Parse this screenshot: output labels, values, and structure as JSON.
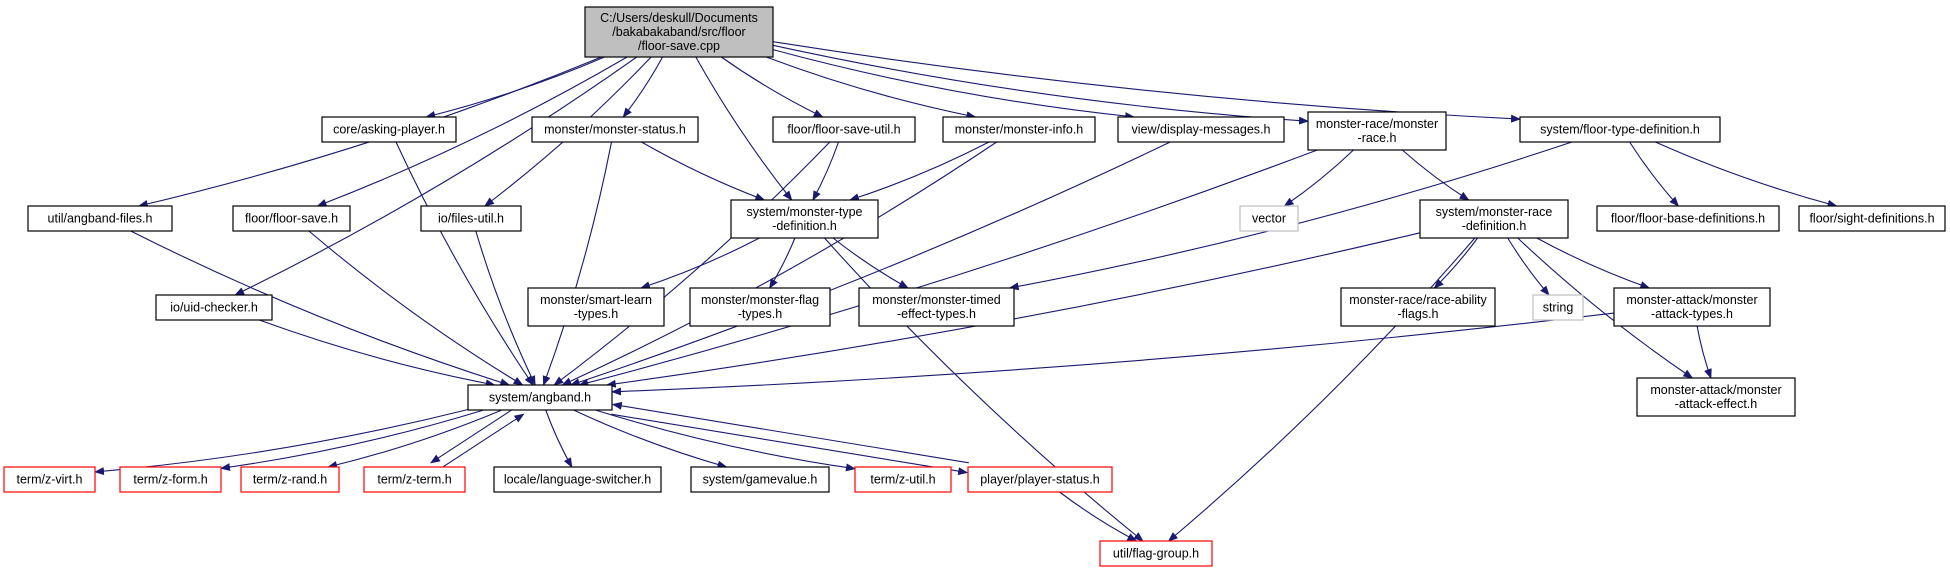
{
  "colors": {
    "edge": "#191970",
    "node_border": "#000000",
    "root_fill": "#bfbfbf",
    "missing_border": "#ff0000",
    "system_border": "#bfbfbf",
    "node_fill": "#ffffff"
  },
  "nodes": [
    {
      "id": "root",
      "lines": [
        "C:/Users/deskull/Documents",
        "/bakabakaband/src/floor",
        "/floor-save.cpp"
      ],
      "kind": "root"
    },
    {
      "id": "asking_player",
      "lines": [
        "core/asking-player.h"
      ],
      "kind": "normal"
    },
    {
      "id": "monster_status",
      "lines": [
        "monster/monster-status.h"
      ],
      "kind": "normal"
    },
    {
      "id": "floor_save_util",
      "lines": [
        "floor/floor-save-util.h"
      ],
      "kind": "normal"
    },
    {
      "id": "monster_info",
      "lines": [
        "monster/monster-info.h"
      ],
      "kind": "normal"
    },
    {
      "id": "display_messages",
      "lines": [
        "view/display-messages.h"
      ],
      "kind": "normal"
    },
    {
      "id": "monster_race",
      "lines": [
        "monster-race/monster",
        "-race.h"
      ],
      "kind": "normal"
    },
    {
      "id": "floor_type_def",
      "lines": [
        "system/floor-type-definition.h"
      ],
      "kind": "normal"
    },
    {
      "id": "angband_files",
      "lines": [
        "util/angband-files.h"
      ],
      "kind": "normal"
    },
    {
      "id": "floor_save_h",
      "lines": [
        "floor/floor-save.h"
      ],
      "kind": "normal"
    },
    {
      "id": "files_util",
      "lines": [
        "io/files-util.h"
      ],
      "kind": "normal"
    },
    {
      "id": "monster_type_def",
      "lines": [
        "system/monster-type",
        "-definition.h"
      ],
      "kind": "normal"
    },
    {
      "id": "vector",
      "lines": [
        "vector"
      ],
      "kind": "system"
    },
    {
      "id": "monster_race_def",
      "lines": [
        "system/monster-race",
        "-definition.h"
      ],
      "kind": "normal"
    },
    {
      "id": "floor_base_defs",
      "lines": [
        "floor/floor-base-definitions.h"
      ],
      "kind": "normal"
    },
    {
      "id": "sight_defs",
      "lines": [
        "floor/sight-definitions.h"
      ],
      "kind": "normal"
    },
    {
      "id": "uid_checker",
      "lines": [
        "io/uid-checker.h"
      ],
      "kind": "normal"
    },
    {
      "id": "smart_learn",
      "lines": [
        "monster/smart-learn",
        "-types.h"
      ],
      "kind": "normal"
    },
    {
      "id": "monster_flag",
      "lines": [
        "monster/monster-flag",
        "-types.h"
      ],
      "kind": "normal"
    },
    {
      "id": "monster_timed",
      "lines": [
        "monster/monster-timed",
        "-effect-types.h"
      ],
      "kind": "normal"
    },
    {
      "id": "race_ability",
      "lines": [
        "monster-race/race-ability",
        "-flags.h"
      ],
      "kind": "normal"
    },
    {
      "id": "string",
      "lines": [
        "string"
      ],
      "kind": "system"
    },
    {
      "id": "attack_types",
      "lines": [
        "monster-attack/monster",
        "-attack-types.h"
      ],
      "kind": "normal"
    },
    {
      "id": "angband_h",
      "lines": [
        "system/angband.h"
      ],
      "kind": "normal"
    },
    {
      "id": "attack_effect",
      "lines": [
        "monster-attack/monster",
        "-attack-effect.h"
      ],
      "kind": "normal"
    },
    {
      "id": "z_virt",
      "lines": [
        "term/z-virt.h"
      ],
      "kind": "missing"
    },
    {
      "id": "z_form",
      "lines": [
        "term/z-form.h"
      ],
      "kind": "missing"
    },
    {
      "id": "z_rand",
      "lines": [
        "term/z-rand.h"
      ],
      "kind": "missing"
    },
    {
      "id": "z_term",
      "lines": [
        "term/z-term.h"
      ],
      "kind": "missing"
    },
    {
      "id": "lang_switcher",
      "lines": [
        "locale/language-switcher.h"
      ],
      "kind": "normal"
    },
    {
      "id": "gamevalue",
      "lines": [
        "system/gamevalue.h"
      ],
      "kind": "normal"
    },
    {
      "id": "z_util",
      "lines": [
        "term/z-util.h"
      ],
      "kind": "missing"
    },
    {
      "id": "player_status",
      "lines": [
        "player/player-status.h"
      ],
      "kind": "missing"
    },
    {
      "id": "flag_group",
      "lines": [
        "util/flag-group.h"
      ],
      "kind": "missing"
    }
  ],
  "edges": [
    [
      "root",
      "asking_player"
    ],
    [
      "root",
      "monster_status"
    ],
    [
      "root",
      "floor_save_util"
    ],
    [
      "root",
      "monster_info"
    ],
    [
      "root",
      "display_messages"
    ],
    [
      "root",
      "monster_race"
    ],
    [
      "root",
      "floor_type_def"
    ],
    [
      "root",
      "angband_files"
    ],
    [
      "root",
      "floor_save_h"
    ],
    [
      "root",
      "files_util"
    ],
    [
      "root",
      "uid_checker"
    ],
    [
      "root",
      "monster_type_def"
    ],
    [
      "asking_player",
      "angband_h"
    ],
    [
      "monster_status",
      "angband_h"
    ],
    [
      "monster_status",
      "monster_type_def"
    ],
    [
      "floor_save_util",
      "monster_type_def"
    ],
    [
      "floor_save_util",
      "angband_h"
    ],
    [
      "monster_info",
      "monster_type_def"
    ],
    [
      "monster_info",
      "angband_h"
    ],
    [
      "display_messages",
      "angband_h"
    ],
    [
      "monster_race",
      "vector"
    ],
    [
      "monster_race",
      "monster_race_def"
    ],
    [
      "monster_race",
      "angband_h"
    ],
    [
      "floor_type_def",
      "floor_base_defs"
    ],
    [
      "floor_type_def",
      "sight_defs"
    ],
    [
      "floor_type_def",
      "monster_timed"
    ],
    [
      "angband_files",
      "angband_h"
    ],
    [
      "floor_save_h",
      "angband_h"
    ],
    [
      "files_util",
      "angband_h"
    ],
    [
      "uid_checker",
      "angband_h"
    ],
    [
      "monster_type_def",
      "smart_learn"
    ],
    [
      "monster_type_def",
      "monster_flag"
    ],
    [
      "monster_type_def",
      "monster_timed"
    ],
    [
      "monster_type_def",
      "flag_group"
    ],
    [
      "monster_race_def",
      "race_ability"
    ],
    [
      "monster_race_def",
      "string"
    ],
    [
      "monster_race_def",
      "attack_types"
    ],
    [
      "monster_race_def",
      "attack_effect"
    ],
    [
      "monster_race_def",
      "angband_h"
    ],
    [
      "monster_race_def",
      "flag_group"
    ],
    [
      "attack_types",
      "attack_effect"
    ],
    [
      "attack_types",
      "angband_h"
    ],
    [
      "angband_h",
      "z_virt"
    ],
    [
      "angband_h",
      "z_form"
    ],
    [
      "angband_h",
      "z_rand"
    ],
    [
      "angband_h",
      "z_term"
    ],
    [
      "angband_h",
      "lang_switcher"
    ],
    [
      "angband_h",
      "gamevalue"
    ],
    [
      "angband_h",
      "z_util"
    ],
    [
      "angband_h",
      "player_status"
    ],
    [
      "z_term",
      "angband_h"
    ],
    [
      "player_status",
      "angband_h"
    ],
    [
      "player_status",
      "flag_group"
    ]
  ]
}
